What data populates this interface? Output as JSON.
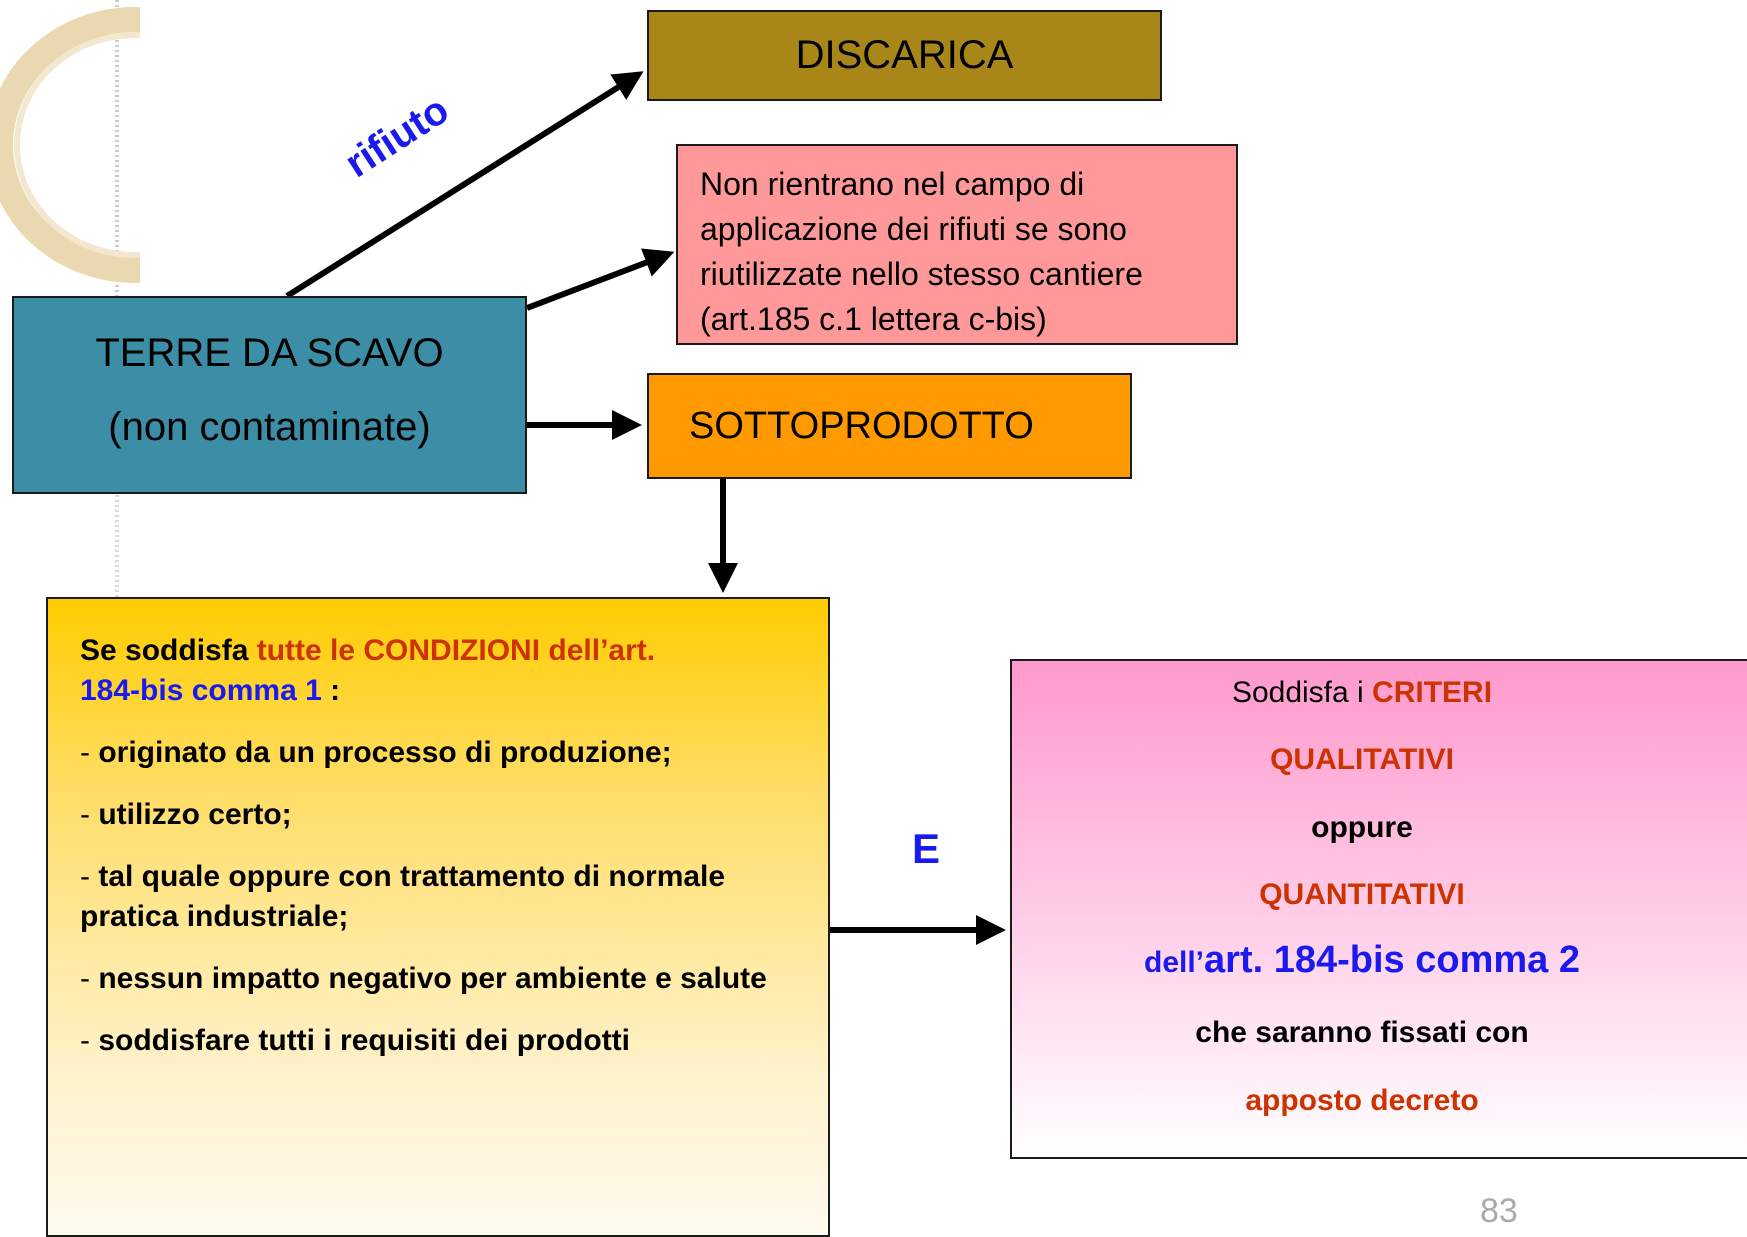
{
  "diagram": {
    "discarica": "DISCARICA",
    "non_rientrano": "Non rientrano nel campo di applicazione dei rifiuti se sono riutilizzate nello stesso cantiere (art.185 c.1 lettera c-bis)",
    "terre": {
      "line1": "TERRE DA SCAVO",
      "line2": "(non contaminate)"
    },
    "sottoprodotto": "SOTTOPRODOTTO",
    "arrow_label_rifiuto": "rifiuto",
    "conditions": {
      "intro_prefix": "Se soddisfa ",
      "intro_highlight": "tutte le CONDIZIONI dell’art.",
      "intro_ref": "184-bis comma 1",
      "intro_suffix": " :",
      "items": [
        "originato da un processo di produzione;",
        "utilizzo certo;",
        "tal quale oppure con trattamento di normale pratica industriale;",
        "nessun impatto negativo per ambiente e salute",
        "soddisfare tutti i requisiti dei prodotti"
      ]
    },
    "connector_label": "E",
    "criteria": {
      "line1_prefix": "Soddisfa i ",
      "line1_highlight": "CRITERI",
      "line2": "QUALITATIVI",
      "line3": "oppure",
      "line4": "QUANTITATIVI",
      "line5_prefix": "dell’",
      "line5_ref": "art. 184-bis comma 2",
      "line6": "che saranno fissati con",
      "line7": "apposto decreto"
    }
  },
  "page_number": "83",
  "colors": {
    "discarica": "#a88718",
    "non_rientrano": "#ff9999",
    "terre": "#3b8ea5",
    "sottoprodotto": "#ff9900",
    "conditions_top": "#ffcc00",
    "criteria_top": "#ff99cc",
    "highlight_red": "#cc3300",
    "highlight_blue": "#1a1aee"
  }
}
